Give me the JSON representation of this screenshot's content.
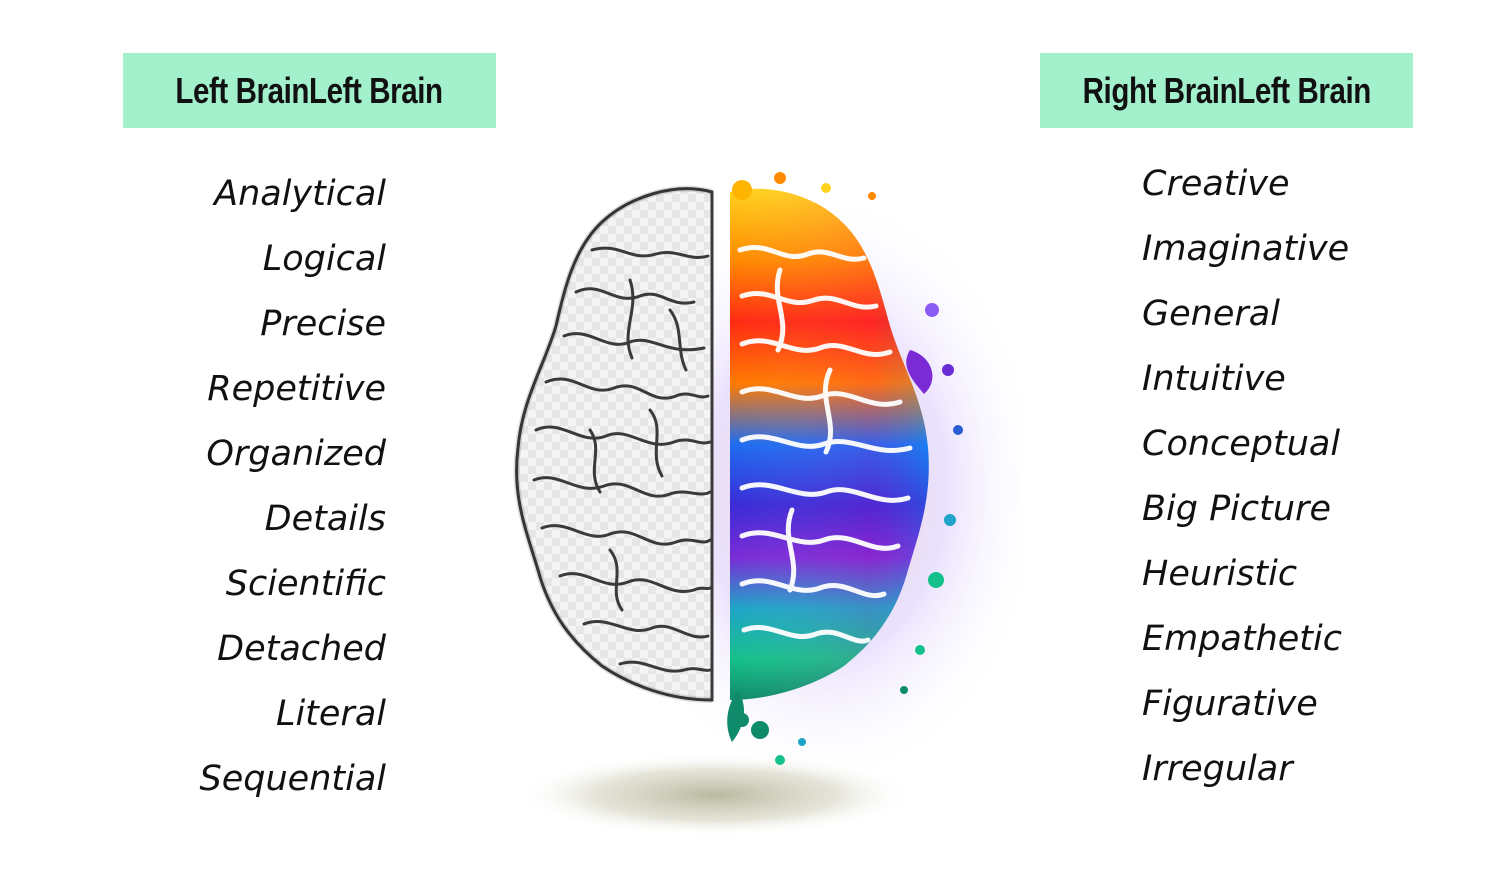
{
  "left_panel": {
    "header": "Left BrainLeft Brain",
    "traits": [
      "Analytical",
      "Logical",
      "Precise",
      "Repetitive",
      "Organized",
      "Details",
      "Scientific",
      "Detached",
      "Literal",
      "Sequential"
    ]
  },
  "right_panel": {
    "header": "Right BrainLeft Brain",
    "traits": [
      "Creative",
      "Imaginative",
      "General",
      "Intuitive",
      "Conceptual",
      "Big Picture",
      "Heuristic",
      "Empathetic",
      "Figurative",
      "Irregular"
    ]
  },
  "colors": {
    "header_bg": "#a2f0cc",
    "text": "#111111"
  }
}
